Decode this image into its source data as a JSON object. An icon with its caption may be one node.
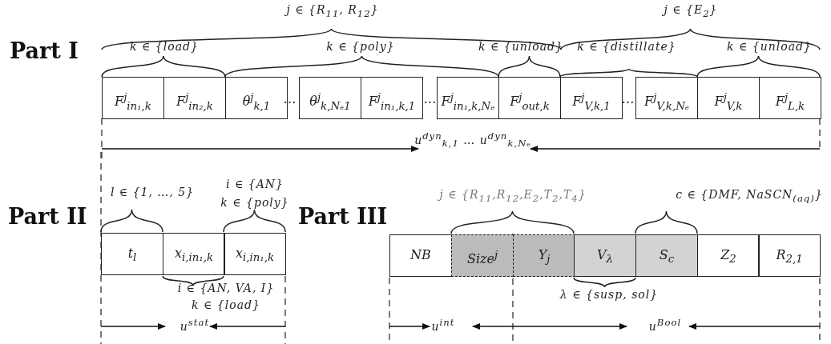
{
  "diagram": {
    "nodes": [
      {
        "text": [
          "F$^{j}$$_{in₁,k}$"
        ]
      },
      {
        "text": [
          "F$^{j}$$_{in₂,k}$"
        ]
      },
      {
        "text": [
          "θ$^{j}$$_{k,1}$"
        ]
      },
      {
        "text": [
          "θ$^{j}$$_{k,Nₑ1}$"
        ]
      },
      {
        "text": [
          "F$^{j}$$_{in₁,k,1}$"
        ]
      },
      {
        "text": [
          "F$^{j}$$_{in₁,k,Nₑ}$"
        ]
      },
      {
        "text": [
          "F$^{j}$$_{out,k}$"
        ]
      },
      {
        "text": [
          "F$^{j}$$_{V,k,1}$"
        ]
      },
      {
        "text": [
          "F$^{j}$$_{V,k,Nₑ}$"
        ]
      },
      {
        "text": [
          "F$^{j}$$_{V,k}$"
        ]
      },
      {
        "text": [
          "F$^{j}$$_{L,k}$"
        ]
      },
      {
        "text": [
          "t$_{l}$"
        ]
      },
      {
        "text": [
          "x$_{i,in₁,k}$"
        ]
      },
      {
        "text": [
          "x$_{i,in₁,k}$"
        ]
      },
      {
        "text": [
          "NB"
        ]
      },
      {
        "text": [
          "Size$^{j}$"
        ]
      },
      {
        "text": [
          "Y$_{j}$"
        ]
      },
      {
        "text": [
          "V$_{λ}$"
        ]
      },
      {
        "text": [
          "S$_{c}$"
        ]
      },
      {
        "text": [
          "Z$_{2}$"
        ]
      },
      {
        "text": [
          "R$_{2,1}$"
        ]
      }
    ],
    "labels": [
      "Part I",
      "j ∈ {R$_{11}$, R$_{12}$}",
      "j ∈ {E$_{2}$}",
      "k ∈ {load}",
      "k ∈ {poly}",
      "k ∈ {unload}",
      "k ∈ {distillate}",
      "k ∈ {unload}",
      "…",
      "…",
      "…",
      "u$^{dyn}$$_{k,1}$ … u$^{dyn}$$_{k,Nₑ}$",
      "Part II",
      "l ∈ {1, …, 5}",
      "i ∈ {AN}",
      "k ∈ {poly}",
      "i ∈ {AN, VA, I}",
      "k ∈ {load}",
      "u$^{stat}$",
      "Part III",
      "j ∈ {R$_{11}$,R$_{12}$,E$_{2}$,T$_{2}$,T$_{4}$}",
      "c ∈ {DMF, NaSCN$_{(aq)}$}",
      "λ ∈ {susp, sol}",
      "u$^{int}$",
      "u$^{Bool}$"
    ]
  }
}
